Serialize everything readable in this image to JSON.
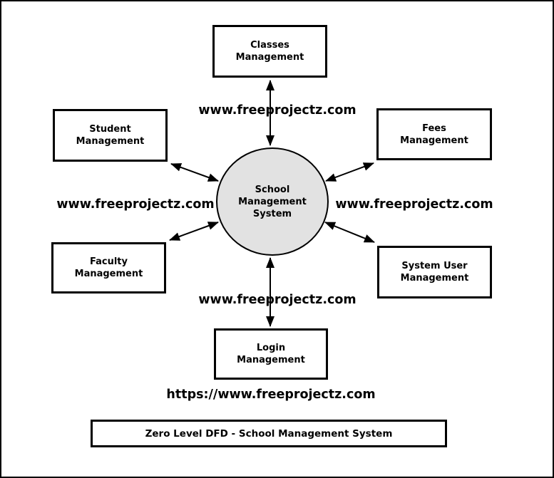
{
  "process": {
    "lines": [
      "School",
      "Management",
      "System"
    ],
    "fill_color": "#e2e2e2"
  },
  "entities": {
    "classes": {
      "lines": [
        "Classes",
        "Management"
      ]
    },
    "student": {
      "lines": [
        "Student",
        "Management"
      ]
    },
    "fees": {
      "lines": [
        "Fees",
        "Management"
      ]
    },
    "faculty": {
      "lines": [
        "Faculty",
        "Management"
      ]
    },
    "system_user": {
      "lines": [
        "System User",
        "Management"
      ]
    },
    "login": {
      "lines": [
        "Login",
        "Management"
      ]
    }
  },
  "watermarks": {
    "top": "www.freeprojectz.com",
    "left": "www.freeprojectz.com",
    "right": "www.freeprojectz.com",
    "bottom": "www.freeprojectz.com"
  },
  "footer": {
    "url": "https://www.freeprojectz.com",
    "caption": "Zero Level DFD - School Management System"
  },
  "colors": {
    "line": "#000000",
    "background": "#ffffff"
  }
}
